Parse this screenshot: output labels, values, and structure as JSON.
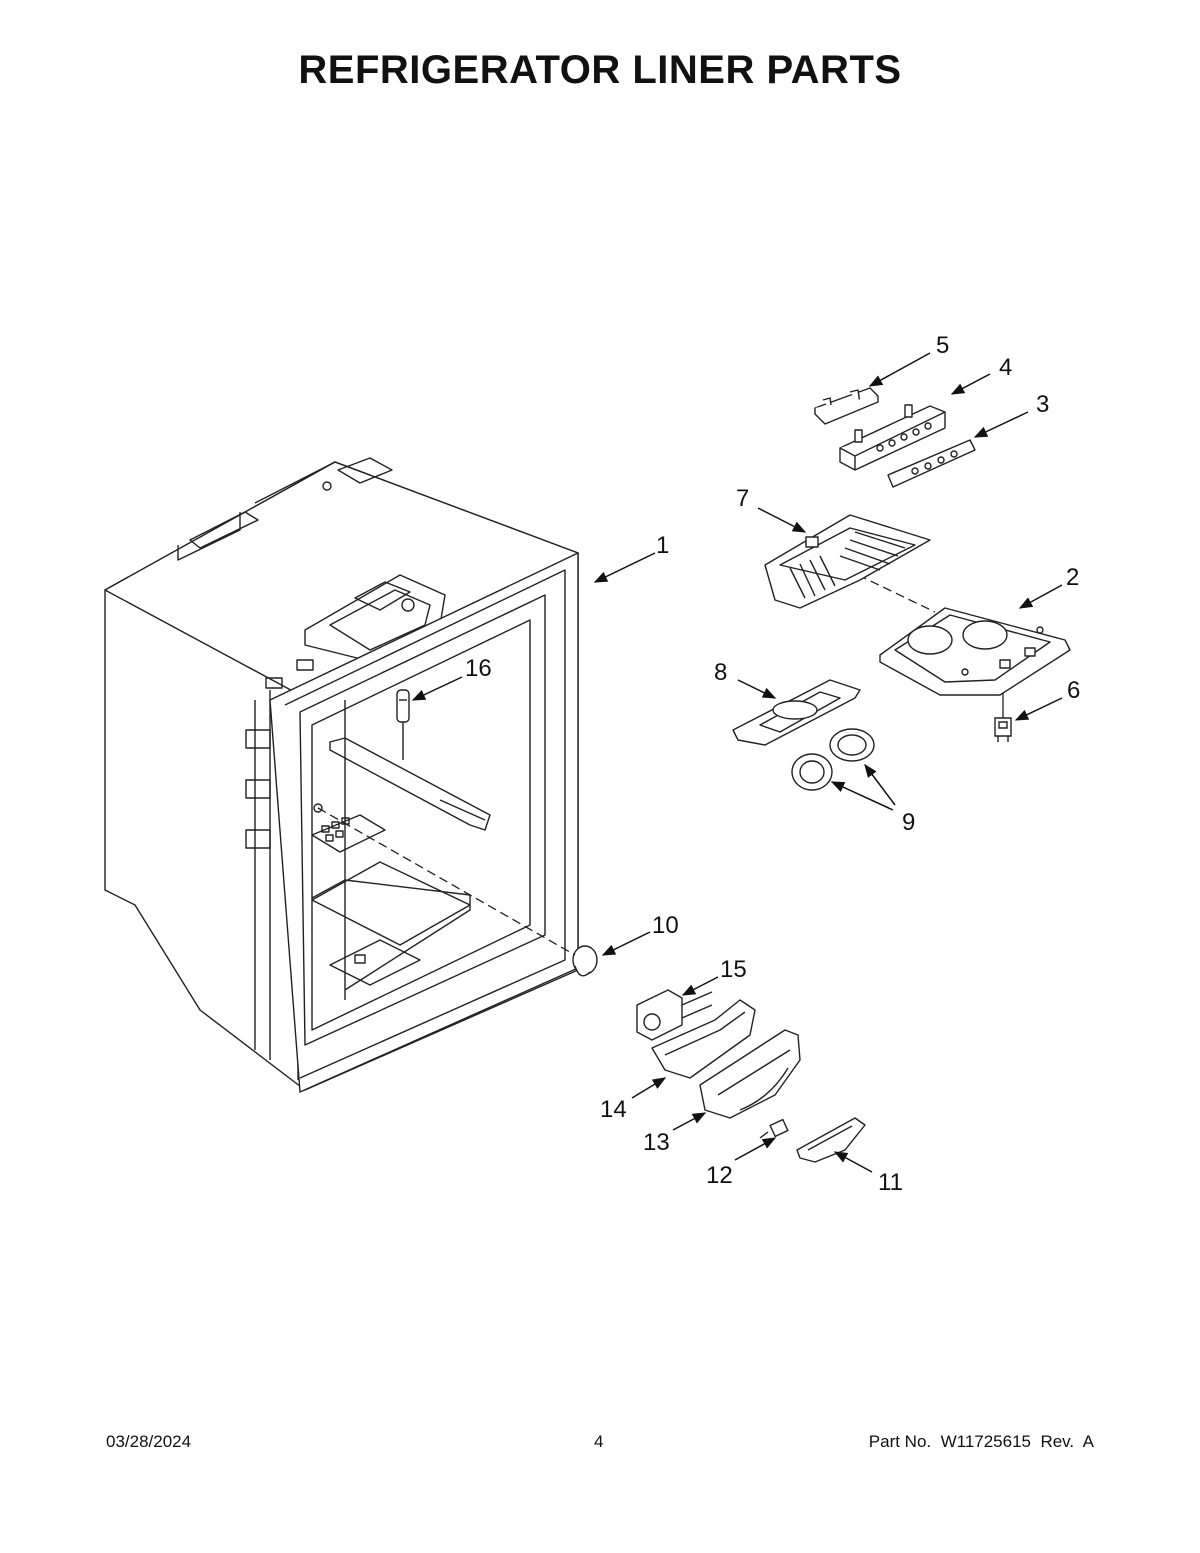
{
  "page": {
    "title": "REFRIGERATOR LINER PARTS"
  },
  "callouts": {
    "c1": "1",
    "c2": "2",
    "c3": "3",
    "c4": "4",
    "c5": "5",
    "c6": "6",
    "c7": "7",
    "c8": "8",
    "c9": "9",
    "c10": "10",
    "c11": "11",
    "c12": "12",
    "c13": "13",
    "c14": "14",
    "c15": "15",
    "c16": "16"
  },
  "footer": {
    "date": "03/28/2024",
    "page_number": "4",
    "part_number": "Part No.  W11725615  Rev.  A"
  }
}
